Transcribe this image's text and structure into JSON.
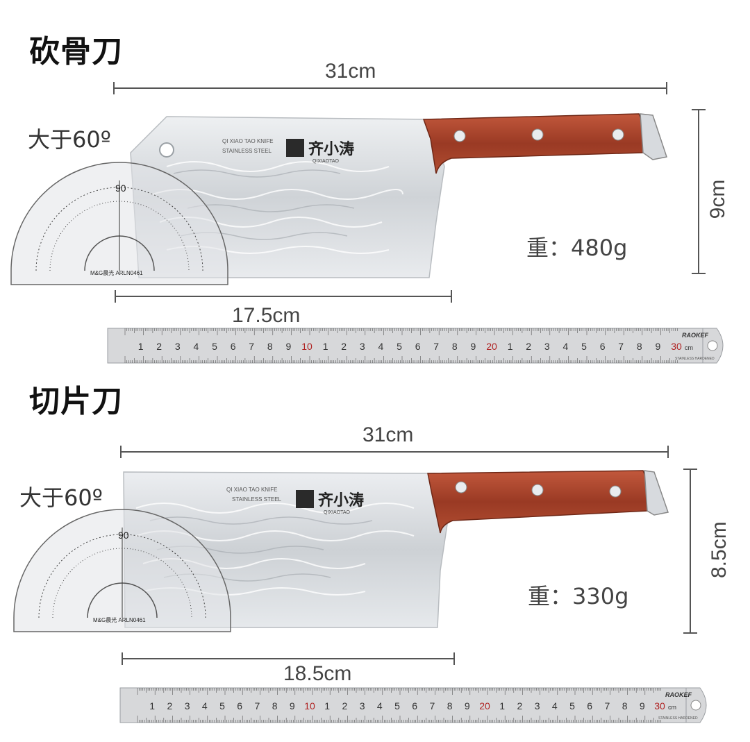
{
  "colors": {
    "blade": "#dcdfe2",
    "handle": "#a9432c",
    "ruler": "#d7d8da",
    "dimension_line": "#555555",
    "ruler_red_number": "#b02222"
  },
  "knives": [
    {
      "title": "砍骨刀",
      "length": "31cm",
      "blade_length": "17.5cm",
      "height": "9cm",
      "weight": "重：480g",
      "angle": "大于60º",
      "brand_cn": "齐小涛",
      "brand_pinyin": "QIXIAOTAO",
      "brand_en": "QI XIAO TAO KNIFE",
      "steel": "STAINLESS STEEL",
      "protractor_label": "M&G晨光 ARLN0461",
      "protractor_center": "90"
    },
    {
      "title": "切片刀",
      "length": "31cm",
      "blade_length": "18.5cm",
      "height": "8.5cm",
      "weight": "重：330g",
      "angle": "大于60º",
      "brand_cn": "齐小涛",
      "brand_pinyin": "QIXIAOTAO",
      "brand_en": "QI XIAO TAO KNIFE",
      "steel": "STAINLESS STEEL",
      "protractor_label": "M&G晨光 ARLN0461",
      "protractor_center": "90"
    }
  ],
  "ruler": {
    "brand": "RAOKEF",
    "unit": "cm",
    "sub": "STAINLESS HARDENED",
    "numbers": [
      "1",
      "2",
      "3",
      "4",
      "5",
      "6",
      "7",
      "8",
      "9",
      "10",
      "1",
      "2",
      "3",
      "4",
      "5",
      "6",
      "7",
      "8",
      "9",
      "20",
      "1",
      "2",
      "3",
      "4",
      "5",
      "6",
      "7",
      "8",
      "9",
      "30"
    ]
  }
}
